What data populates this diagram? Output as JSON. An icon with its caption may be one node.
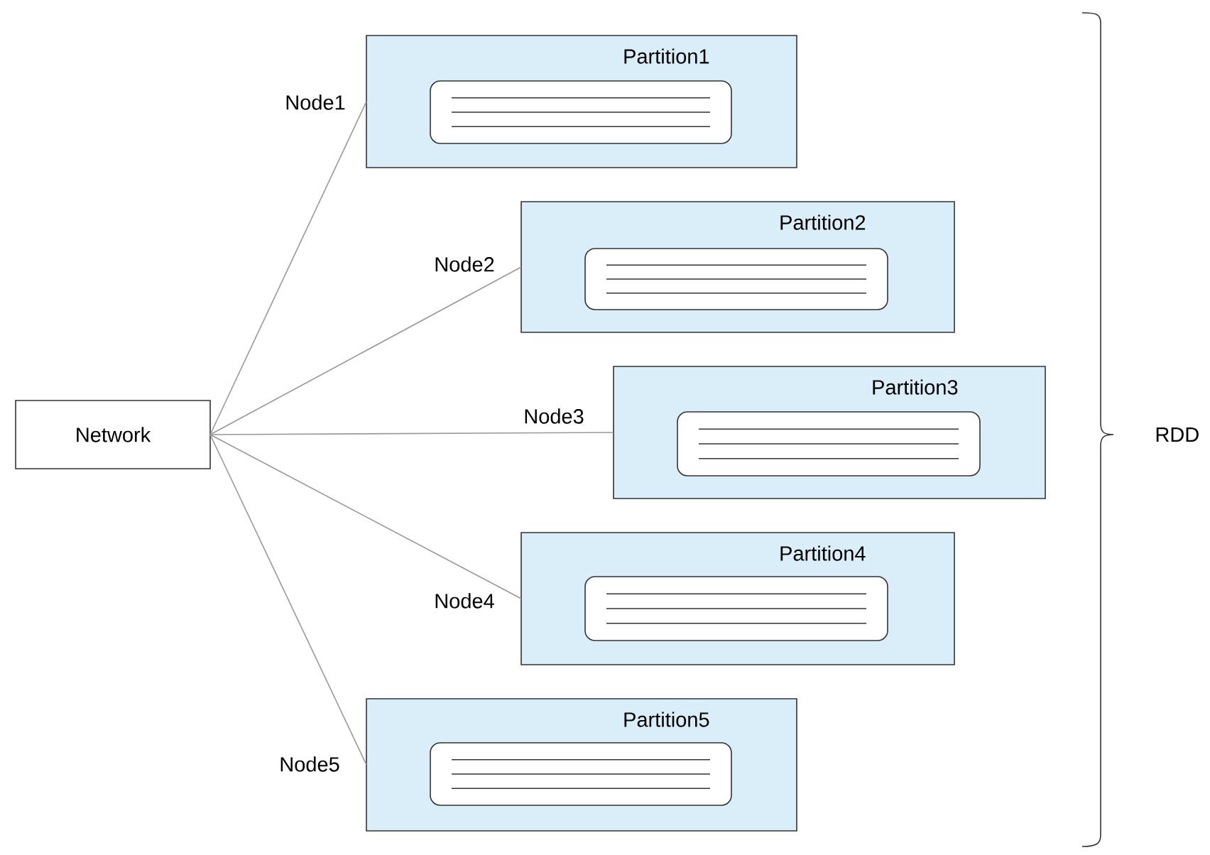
{
  "diagram": {
    "nodes": [
      {
        "text": [
          "Network"
        ]
      },
      {
        "text": [
          "Partition1"
        ]
      },
      {
        "text": [],
        "shape": "box",
        "in": 1
      },
      {
        "text": [
          "Partition2"
        ]
      },
      {
        "text": [],
        "shape": "box",
        "in": 3
      },
      {
        "text": [
          "Partition3"
        ]
      },
      {
        "text": [],
        "shape": "box",
        "in": 5
      },
      {
        "text": [
          "Partition4"
        ]
      },
      {
        "text": [],
        "shape": "box",
        "in": 7
      },
      {
        "text": [
          "Partition5"
        ]
      },
      {
        "text": [],
        "shape": "box",
        "in": 9
      }
    ],
    "edges": [
      {
        "from": 0,
        "to": 1,
        "arrow": "none",
        "label": "Node1"
      },
      {
        "from": 0,
        "to": 3,
        "arrow": "none",
        "label": "Node2"
      },
      {
        "from": 0,
        "to": 5,
        "arrow": "none",
        "label": "Node3"
      },
      {
        "from": 0,
        "to": 7,
        "arrow": "none",
        "label": "Node4"
      },
      {
        "from": 0,
        "to": 9,
        "arrow": "none",
        "label": "Node5"
      }
    ],
    "labels": [
      "RDD"
    ]
  }
}
